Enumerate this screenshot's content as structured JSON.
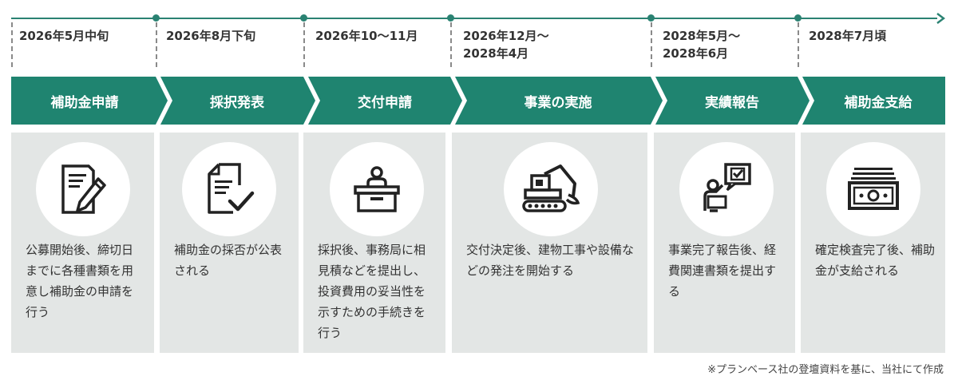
{
  "colors": {
    "accent": "#1f8470",
    "card": "#e3e6e5",
    "line": "#2a8272"
  },
  "steps": [
    {
      "date": "2026年5月中旬",
      "label": "補助金申請",
      "icon": "document-pen-icon",
      "desc": "公募開始後、締切日までに各種書類を用意し補助金の申請を行う"
    },
    {
      "date": "2026年8月下旬",
      "label": "採択発表",
      "icon": "document-check-icon",
      "desc": "補助金の採否が公表される"
    },
    {
      "date": "2026年10〜11月",
      "label": "交付申請",
      "icon": "reception-desk-icon",
      "desc": "採択後、事務局に相見積などを提出し、投資費用の妥当性を示すための手続きを行う"
    },
    {
      "date": "2026年12月〜\n2028年4月",
      "label": "事業の実施",
      "icon": "excavator-icon",
      "desc": "交付決定後、建物工事や設備などの発注を開始する"
    },
    {
      "date": "2028年5月〜\n2028年6月",
      "label": "実績報告",
      "icon": "presenter-check-icon",
      "desc": "事業完了報告後、経費関連書類を提出する"
    },
    {
      "date": "2028年7月頃",
      "label": "補助金支給",
      "icon": "money-stack-icon",
      "desc": "確定検査完了後、補助金が支給される"
    }
  ],
  "footnote": "※プランベース社の登壇資料を基に、当社にて作成"
}
